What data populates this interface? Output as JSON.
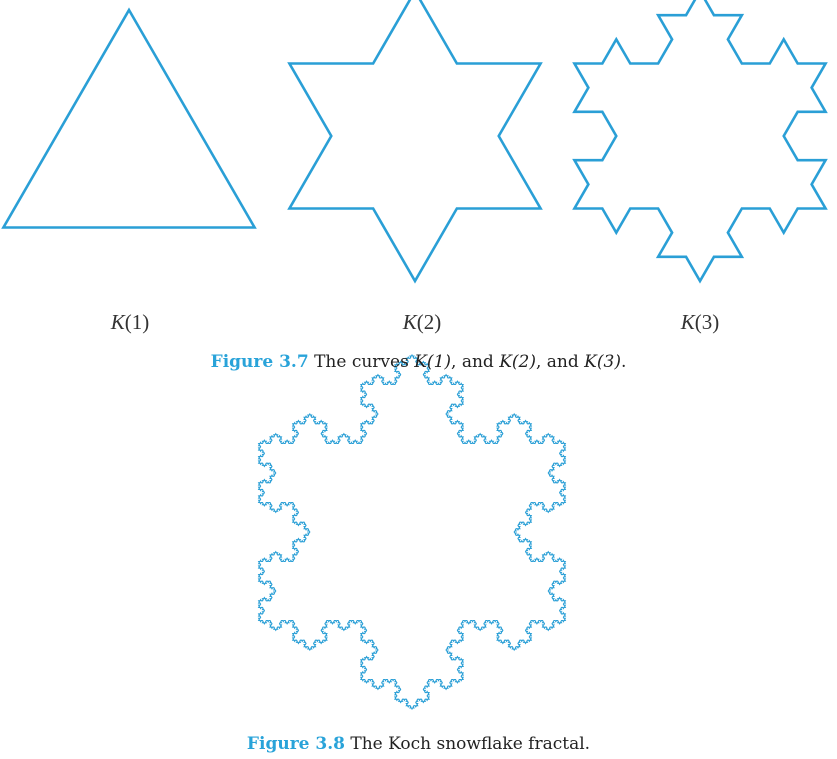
{
  "figure_3_7": {
    "label": "Figure 3.7",
    "text_before": "The curves",
    "k1": "K(1)",
    "k2": "K(2)",
    "and_word": ", and",
    "k3": "K(3)",
    "period": ".",
    "subfigures": [
      {
        "curve": "K",
        "arg": "(1)",
        "iterations": 0
      },
      {
        "curve": "K",
        "arg": "(2)",
        "iterations": 1
      },
      {
        "curve": "K",
        "arg": "(3)",
        "iterations": 2
      }
    ]
  },
  "figure_3_8": {
    "label": "Figure 3.8",
    "text": "The Koch snowflake fractal.",
    "iterations": 5
  },
  "colors": {
    "curve": "#2a9fd6",
    "label": "#29a3d9",
    "text": "#222222"
  }
}
